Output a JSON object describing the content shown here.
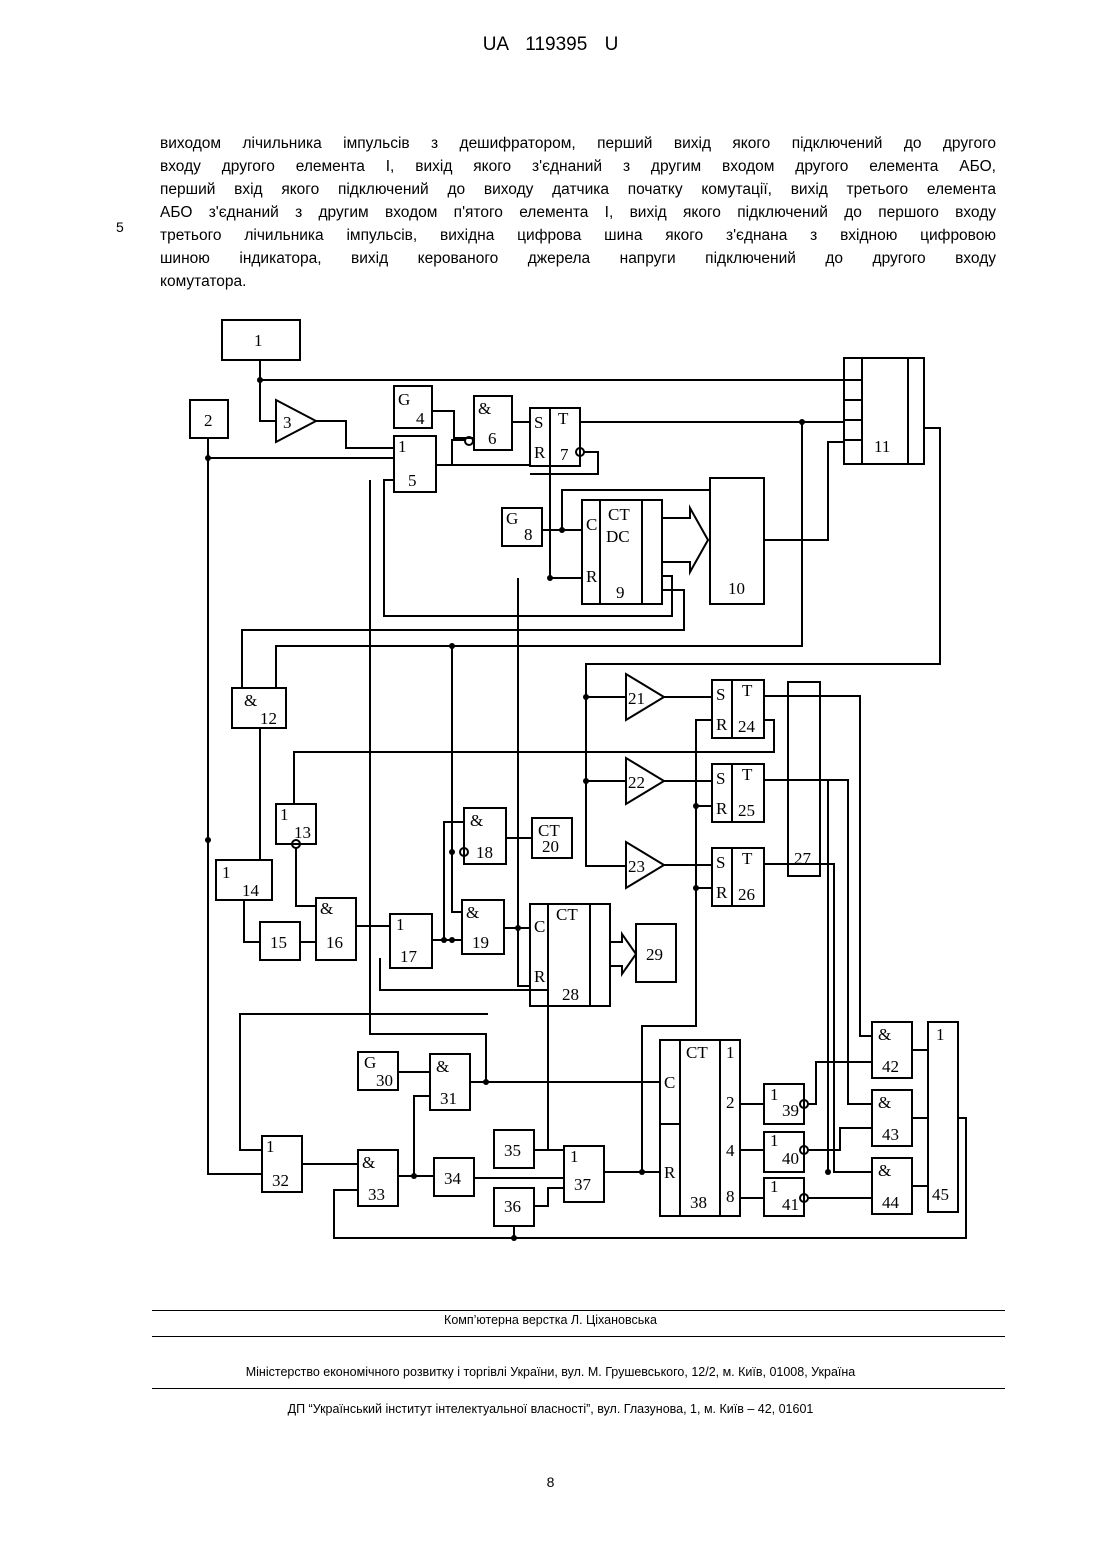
{
  "header": {
    "doc_id": "UA   119395   U"
  },
  "body": {
    "line_number": "5",
    "lines": [
      "виходом лічильника імпульсів з дешифратором, перший вихід якого підключений до другого",
      "входу другого елемента І, вихід якого з'єднаний з другим входом другого елемента АБО,",
      "перший вхід якого підключений до виходу датчика початку комутації, вихід третього елемента",
      "АБО з'єднаний з другим входом п'ятого елемента І, вихід якого підключений до першого входу",
      "третього лічильника імпульсів, вихідна цифрова шина якого з'єднана з вхідною цифровою",
      "шиною індикатора, вихід керованого джерела напруги підключений до другого входу",
      "комутатора."
    ]
  },
  "figure": {
    "labels": {
      "b1": "1",
      "b2": "2",
      "b3": "3",
      "b4_g": "G",
      "b4": "4",
      "b5_1": "1",
      "b5": "5",
      "b6_and": "&",
      "b6": "6",
      "b7_s": "S",
      "b7_r": "R",
      "b7_t": "T",
      "b7": "7",
      "b8_g": "G",
      "b8": "8",
      "b9_c": "C",
      "b9_r": "R",
      "b9_ct": "CT",
      "b9_dc": "DC",
      "b9": "9",
      "b10": "10",
      "b11": "11",
      "b12_and": "&",
      "b12": "12",
      "b13_1": "1",
      "b13": "13",
      "b14_1": "1",
      "b14": "14",
      "b15": "15",
      "b16_and": "&",
      "b16": "16",
      "b17_1": "1",
      "b17": "17",
      "b18_and": "&",
      "b18": "18",
      "b19_and": "&",
      "b19": "19",
      "b20_ct": "CT",
      "b20": "20",
      "b21": "21",
      "b22": "22",
      "b23": "23",
      "b24_s": "S",
      "b24_r": "R",
      "b24_t": "T",
      "b24": "24",
      "b25_s": "S",
      "b25_r": "R",
      "b25_t": "T",
      "b25": "25",
      "b26_s": "S",
      "b26_r": "R",
      "b26_t": "T",
      "b26": "26",
      "b27": "27",
      "b28_c": "C",
      "b28_r": "R",
      "b28_ct": "CT",
      "b28": "28",
      "b29": "29",
      "b30_g": "G",
      "b30": "30",
      "b31_and": "&",
      "b31": "31",
      "b32_1": "1",
      "b32": "32",
      "b33_and": "&",
      "b33": "33",
      "b34": "34",
      "b35": "35",
      "b36": "36",
      "b37_1": "1",
      "b37": "37",
      "b38_c": "C",
      "b38_r": "R",
      "b38_ct": "CT",
      "b38": "38",
      "b38_o1": "1",
      "b38_o2": "2",
      "b38_o4": "4",
      "b38_o8": "8",
      "b39_1": "1",
      "b39": "39",
      "b40_1": "1",
      "b40": "40",
      "b41_1": "1",
      "b41": "41",
      "b42_and": "&",
      "b42": "42",
      "b43_and": "&",
      "b43": "43",
      "b44_and": "&",
      "b44": "44",
      "b45_1": "1",
      "b45": "45"
    }
  },
  "footer": {
    "line1": "Комп’ютерна верстка Л. Ціхановська",
    "line2": "Міністерство економічного розвитку і торгівлі України, вул. М. Грушевського, 12/2, м. Київ, 01008, Україна",
    "line3": "ДП “Український інститут інтелектуальної власності”, вул. Глазунова, 1, м. Київ – 42, 01601"
  },
  "page_number": "8"
}
